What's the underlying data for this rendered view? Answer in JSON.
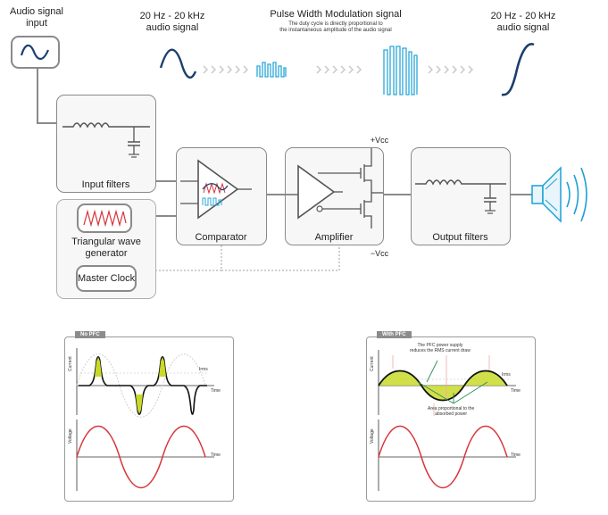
{
  "header": {
    "audio_in_line1": "Audio signal",
    "audio_in_line2": "input",
    "freq_left_line1": "20 Hz - 20 kHz",
    "freq_left_line2": "audio signal",
    "pwm_title": "Pulse Width Modulation signal",
    "pwm_note_line1": "The duty cycle is directly proportional to",
    "pwm_note_line2": "the instantaneous amplitude of the audio signal",
    "freq_right_line1": "20 Hz - 20 kHz",
    "freq_right_line2": "audio signal"
  },
  "blocks": {
    "input_filters": "Input filters",
    "triangular_line1": "Triangular wave",
    "triangular_line2": "generator",
    "master_clock": "Master Clock",
    "comparator": "Comparator",
    "amplifier": "Amplifier",
    "vcc_pos": "+Vcc",
    "vcc_neg": "−Vcc",
    "output_filters": "Output filters"
  },
  "chart_data": [
    {
      "type": "line",
      "title": "No PFC",
      "panels": [
        {
          "ylabel": "Current",
          "xlabel": "Time",
          "annotation": "Irms"
        },
        {
          "ylabel": "Voltage",
          "xlabel": "Time"
        }
      ]
    },
    {
      "type": "line",
      "title": "With PFC",
      "panels": [
        {
          "ylabel": "Current",
          "xlabel": "Time",
          "annotation": "Irms"
        },
        {
          "ylabel": "Voltage",
          "xlabel": "Time"
        }
      ],
      "annotations": [
        "The PFC power supply",
        "reduces the RMS current draw",
        "Area proportional to the",
        "absorbed power"
      ]
    }
  ],
  "colors": {
    "audio": "#1c3f6e",
    "pwm": "#2aa7d8",
    "triangle": "#d6363b",
    "voltage": "#d6363b",
    "current": "#111111",
    "highlight": "#c9d92a",
    "speaker": "#1ba0d6"
  }
}
